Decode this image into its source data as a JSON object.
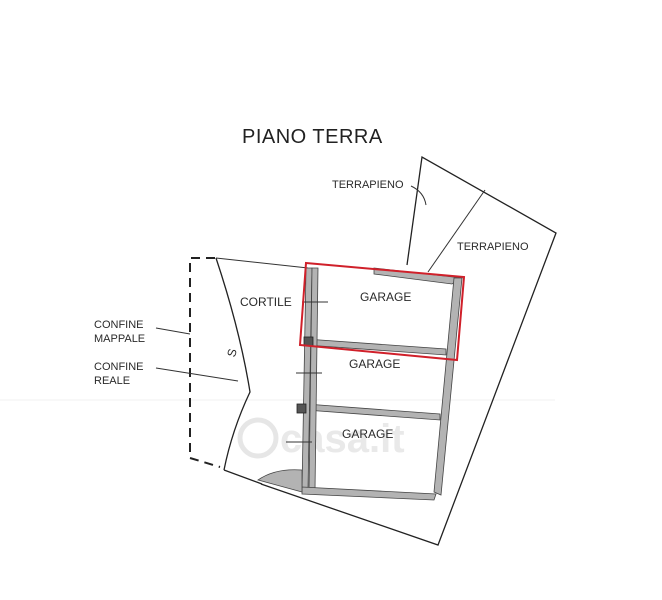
{
  "plan": {
    "title": "PIANO TERRA",
    "labels": {
      "terrapieno_top": "TERRAPIENO",
      "terrapieno_right": "TERRAPIENO",
      "cortile": "CORTILE",
      "garage_1": "GARAGE",
      "garage_2": "GARAGE",
      "garage_3": "GARAGE",
      "confine_mappale_1": "CONFINE",
      "confine_mappale_2": "MAPPALE",
      "confine_reale_1": "CONFINE",
      "confine_reale_2": "REALE",
      "north_marker": "S"
    },
    "watermark": "casa.it",
    "highlight_color": "#d0202a"
  }
}
